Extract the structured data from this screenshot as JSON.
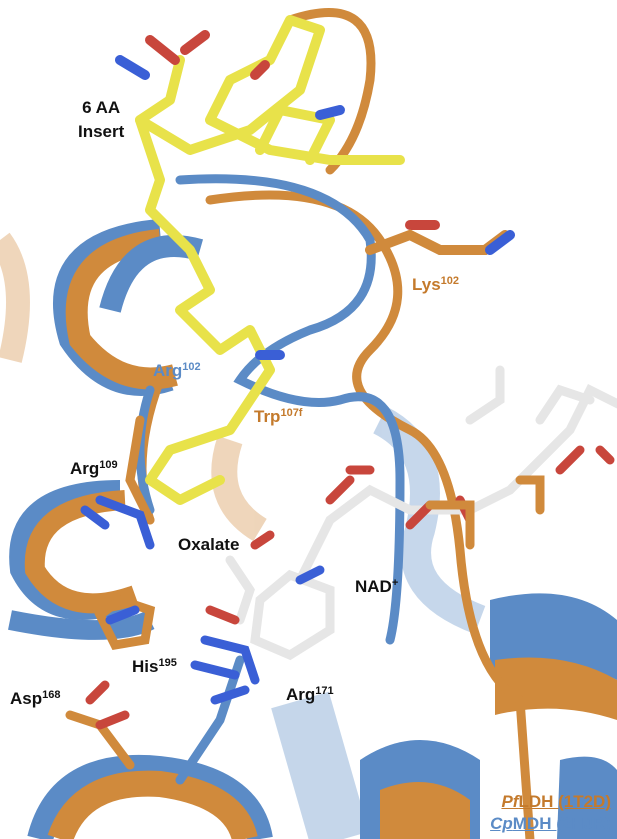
{
  "labels": {
    "insert_line1": "6 AA",
    "insert_line2": "Insert",
    "lys": {
      "name": "Lys",
      "num": "102"
    },
    "arg_blue": {
      "name": "Arg",
      "num": "102"
    },
    "trp": {
      "name": "Trp",
      "num": "107f"
    },
    "arg109": {
      "name": "Arg",
      "num": "109"
    },
    "oxalate": "Oxalate",
    "nad": {
      "name": "NAD",
      "num": "+"
    },
    "his": {
      "name": "His",
      "num": "195"
    },
    "asp": {
      "name": "Asp",
      "num": "168"
    },
    "arg171": {
      "name": "Arg",
      "num": "171"
    }
  },
  "legend": {
    "pf": {
      "italic": "Pf",
      "rest": "LDH (1T2D)"
    },
    "cp": {
      "italic": "Cp",
      "rest": "MDH (2HJR)"
    }
  },
  "colors": {
    "pfldh_orange": "#d08a3c",
    "cpmdh_blue": "#5b8bc6",
    "insert_yellow": "#e8e24a",
    "ligand_white": "#e6e6e6",
    "oxygen_red": "#c8463c",
    "nitrogen_blue": "#3a5fd6"
  }
}
